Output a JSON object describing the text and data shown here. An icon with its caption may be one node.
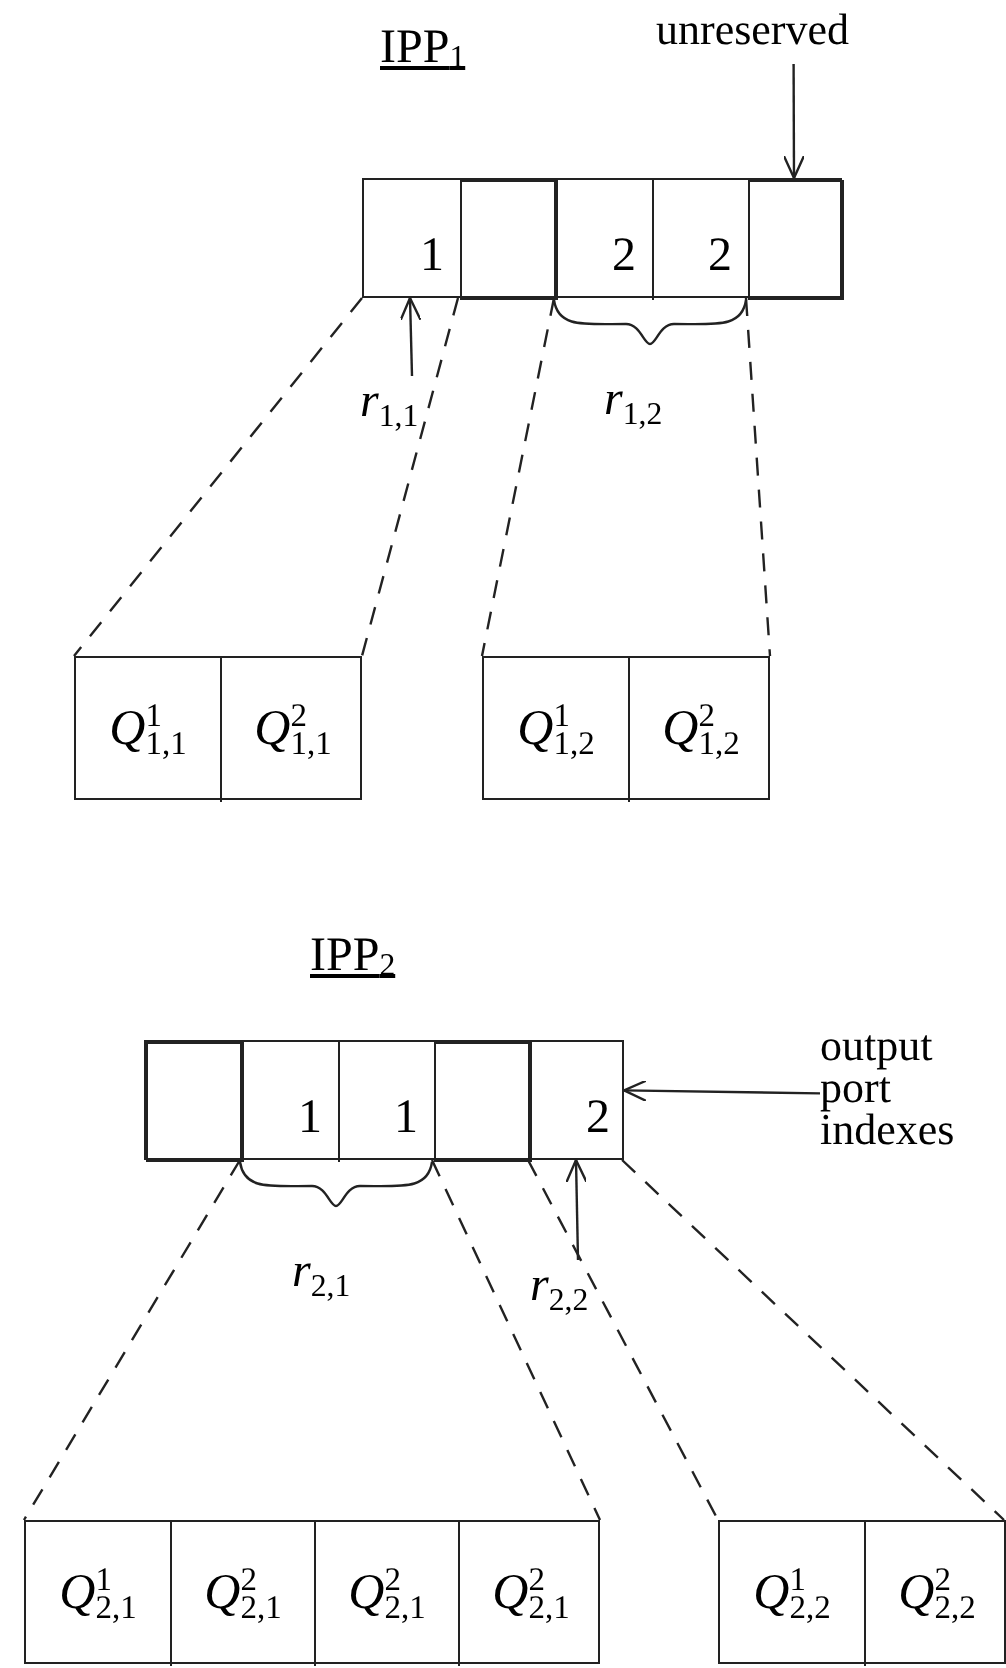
{
  "diagram": {
    "nodes": [
      {
        "text": [
          "unreserved"
        ]
      },
      {
        "text": [],
        "shape": "box"
      },
      {
        "text": [
          "1"
        ],
        "in": 1
      },
      {
        "text": [],
        "shape": "box",
        "in": 1
      },
      {
        "text": [
          "2"
        ],
        "in": 1
      },
      {
        "text": [
          "2"
        ],
        "in": 1
      },
      {
        "text": [],
        "shape": "box",
        "in": 1
      },
      {
        "text": [
          "*r*$_{1,1}$"
        ]
      },
      {
        "text": [],
        "shape": "box"
      },
      {
        "text": [
          "*Q*$^{1}$$_{1,1}$"
        ],
        "in": 8
      },
      {
        "text": [
          "*Q*$^{2}$$_{1,1}$"
        ],
        "in": 8
      },
      {
        "text": [],
        "shape": "box"
      },
      {
        "text": [
          "*Q*$^{1}$$_{1,2}$"
        ],
        "in": 11
      },
      {
        "text": [
          "*Q*$^{2}$$_{1,2}$"
        ],
        "in": 11
      },
      {
        "text": [],
        "shape": "box"
      },
      {
        "text": [],
        "shape": "box",
        "in": 14
      },
      {
        "text": [
          "1"
        ],
        "in": 14
      },
      {
        "text": [
          "1"
        ],
        "in": 14
      },
      {
        "text": [],
        "shape": "box",
        "in": 14
      },
      {
        "text": [
          "2"
        ],
        "in": 14
      },
      {
        "text": [
          "output port indexes"
        ]
      },
      {
        "text": [
          "*r*$_{2,2}$"
        ]
      },
      {
        "text": [],
        "shape": "box"
      },
      {
        "text": [
          "*Q*$^{1}$$_{2,1}$"
        ],
        "in": 22
      },
      {
        "text": [
          "*Q*$^{2}$$_{2,1}$"
        ],
        "in": 22
      },
      {
        "text": [
          "*Q*$^{2}$$_{2,1}$"
        ],
        "in": 22
      },
      {
        "text": [
          "*Q*$^{2}$$_{2,1}$"
        ],
        "in": 22
      },
      {
        "text": [],
        "shape": "box"
      },
      {
        "text": [
          "*Q*$^{1}$$_{2,2}$"
        ],
        "in": 27
      },
      {
        "text": [
          "*Q*$^{2}$$_{2,2}$"
        ],
        "in": 27
      }
    ],
    "edges": [
      {
        "from": 0,
        "to": 6,
        "arrow": "to"
      },
      {
        "from": 7,
        "to": 2,
        "arrow": "to"
      },
      {
        "from": 2,
        "to": 8,
        "arrow": "none",
        "style": "dashed"
      },
      {
        "from": 2,
        "to": 8,
        "arrow": "none",
        "style": "dashed"
      },
      {
        "from": 4,
        "to": 11,
        "arrow": "none",
        "style": "dashed"
      },
      {
        "from": 5,
        "to": 11,
        "arrow": "none",
        "style": "dashed"
      },
      {
        "from": 20,
        "to": 14,
        "arrow": "to"
      },
      {
        "from": 21,
        "to": 19,
        "arrow": "to"
      },
      {
        "from": 16,
        "to": 22,
        "arrow": "none",
        "style": "dashed"
      },
      {
        "from": 17,
        "to": 22,
        "arrow": "none",
        "style": "dashed"
      },
      {
        "from": 19,
        "to": 27,
        "arrow": "none",
        "style": "dashed"
      },
      {
        "from": 19,
        "to": 27,
        "arrow": "none",
        "style": "dashed"
      }
    ],
    "labels": [
      "IPP$_{1}$",
      "*r*$_{1,2}$",
      "IPP$_{2}$",
      "*r*$_{2,1}$"
    ]
  }
}
